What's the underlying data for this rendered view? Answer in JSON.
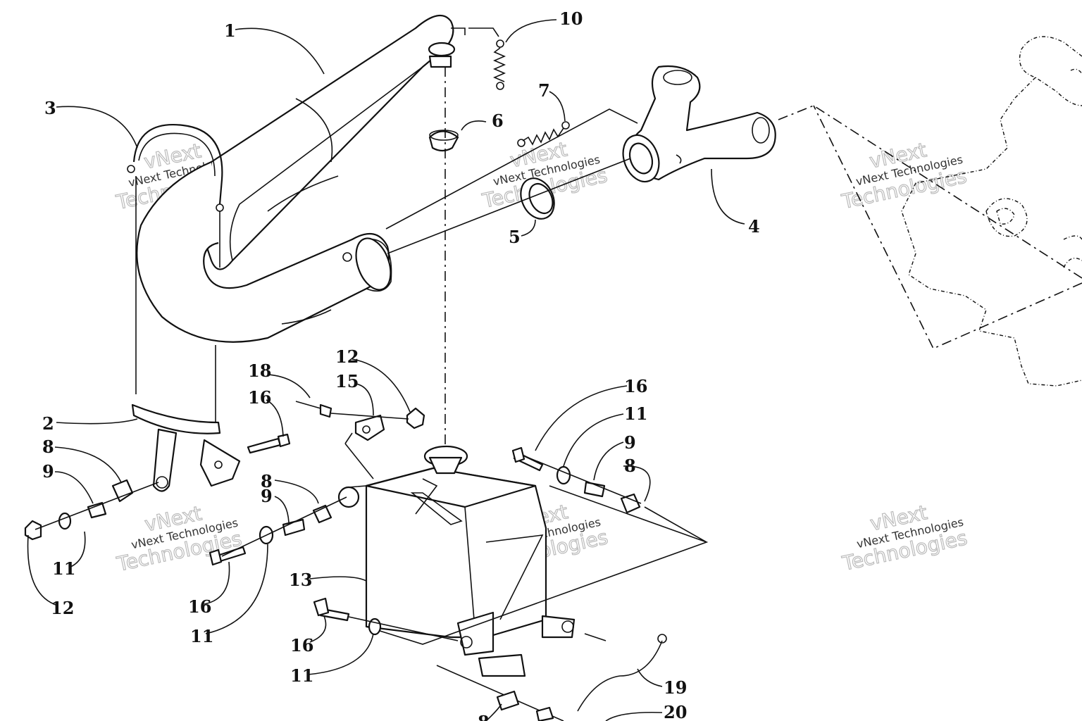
{
  "callouts": [
    "1",
    "2",
    "3",
    "4",
    "5",
    "6",
    "7",
    "8",
    "9",
    "10",
    "11",
    "12",
    "13",
    "15",
    "16",
    "18",
    "19",
    "20"
  ],
  "watermark": {
    "line1": "vNext Technologies",
    "line2": "vNext",
    "line3": "Technologies"
  }
}
